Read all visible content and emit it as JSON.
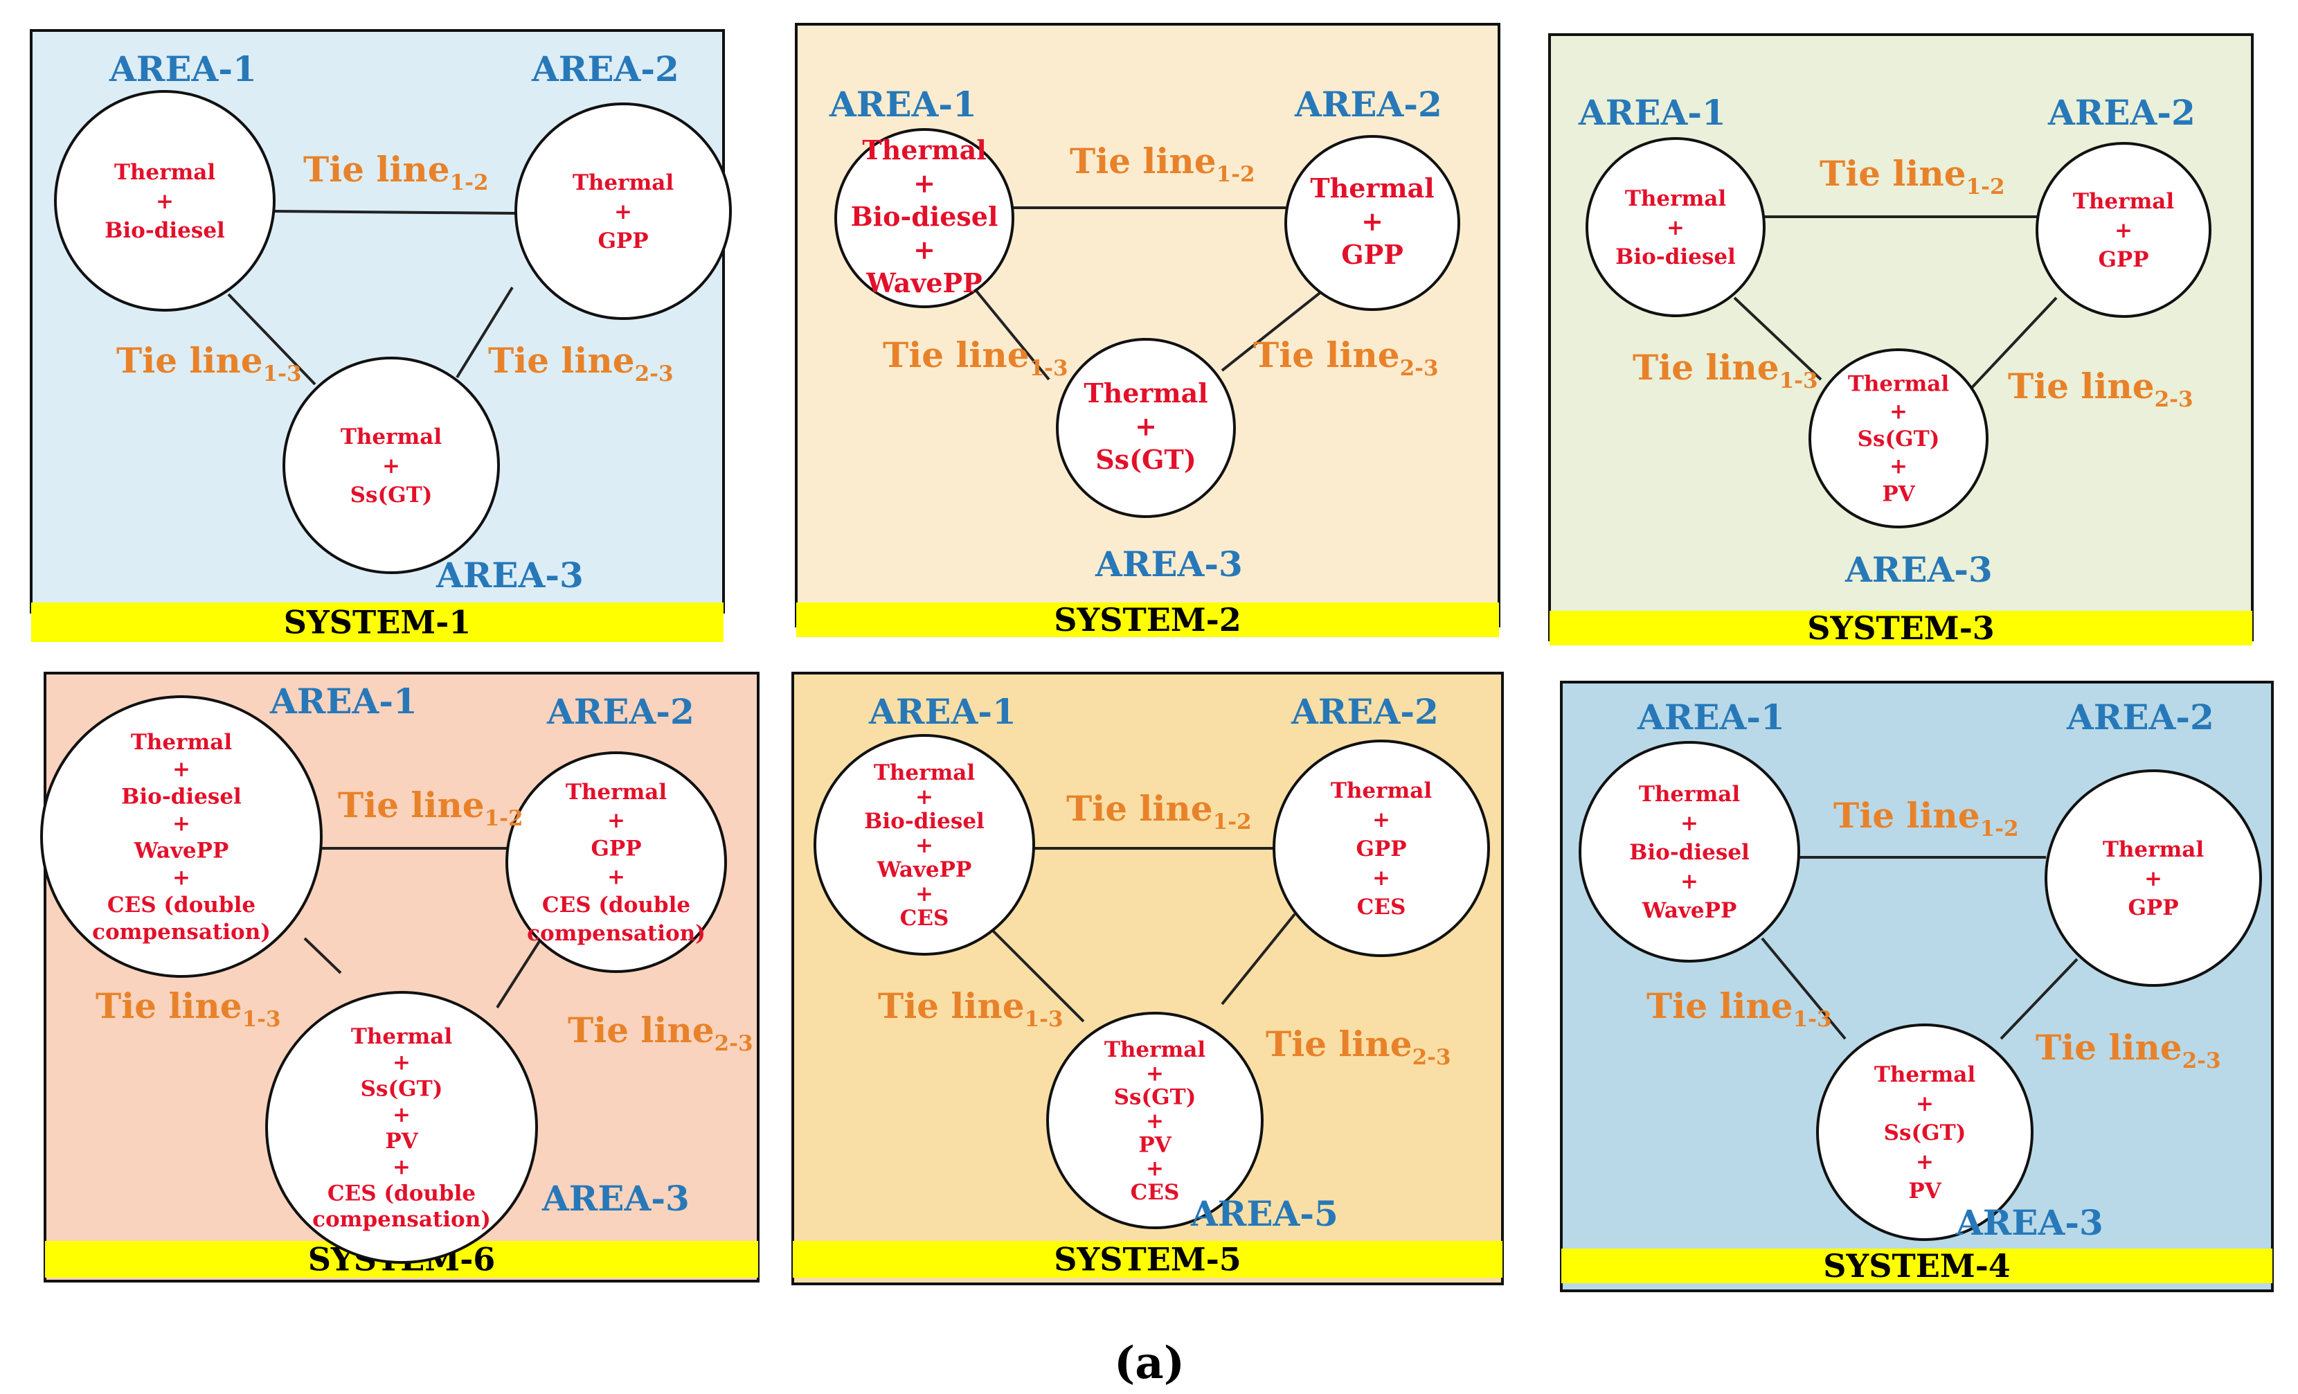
{
  "figure_caption": "(a)",
  "systems": [
    {
      "name": "SYSTEM-1",
      "bg": "#dcedf6",
      "areas": [
        {
          "label": "AREA-1",
          "lines": [
            "Thermal",
            "+",
            "Bio-diesel"
          ]
        },
        {
          "label": "AREA-2",
          "lines": [
            "Thermal",
            "+",
            "GPP"
          ]
        },
        {
          "label": "AREA-3",
          "lines": [
            "Thermal",
            "+",
            "Ss(GT)"
          ]
        }
      ],
      "ties": [
        {
          "text": "Tie line",
          "sub": "1-2"
        },
        {
          "text": "Tie line",
          "sub": "1-3"
        },
        {
          "text": "Tie line",
          "sub": "2-3"
        }
      ]
    },
    {
      "name": "SYSTEM-2",
      "bg": "#fbecd0",
      "areas": [
        {
          "label": "AREA-1",
          "lines": [
            "Thermal",
            "+",
            "Bio-diesel",
            "+",
            "WavePP"
          ]
        },
        {
          "label": "AREA-2",
          "lines": [
            "Thermal",
            "+",
            "GPP"
          ]
        },
        {
          "label": "AREA-3",
          "lines": [
            "Thermal",
            "+",
            "Ss(GT)"
          ]
        }
      ],
      "ties": [
        {
          "text": "Tie line",
          "sub": "1-2"
        },
        {
          "text": "Tie line",
          "sub": "1-3"
        },
        {
          "text": "Tie line",
          "sub": "2-3"
        }
      ]
    },
    {
      "name": "SYSTEM-3",
      "bg": "#eaf0d9",
      "areas": [
        {
          "label": "AREA-1",
          "lines": [
            "Thermal",
            "+",
            "Bio-diesel"
          ]
        },
        {
          "label": "AREA-2",
          "lines": [
            "Thermal",
            "+",
            "GPP"
          ]
        },
        {
          "label": "AREA-3",
          "lines": [
            "Thermal",
            "+",
            "Ss(GT)",
            "+",
            "PV"
          ]
        }
      ],
      "ties": [
        {
          "text": "Tie line",
          "sub": "1-2"
        },
        {
          "text": "Tie line",
          "sub": "1-3"
        },
        {
          "text": "Tie line",
          "sub": "2-3"
        }
      ]
    },
    {
      "name": "SYSTEM-6",
      "bg": "#f9d3bd",
      "areas": [
        {
          "label": "AREA-1",
          "lines": [
            "Thermal",
            "+",
            "Bio-diesel",
            "+",
            "WavePP",
            "+",
            "CES (double",
            "compensation)"
          ]
        },
        {
          "label": "AREA-2",
          "lines": [
            "Thermal",
            "+",
            "GPP",
            "+",
            "CES (double",
            "compensation)"
          ]
        },
        {
          "label": "AREA-3",
          "lines": [
            "Thermal",
            "+",
            "Ss(GT)",
            "+",
            "PV",
            "+",
            "CES (double",
            "compensation)"
          ]
        }
      ],
      "ties": [
        {
          "text": "Tie line",
          "sub": "1-2"
        },
        {
          "text": "Tie line",
          "sub": "1-3"
        },
        {
          "text": "Tie line",
          "sub": "2-3"
        }
      ]
    },
    {
      "name": "SYSTEM-5",
      "bg": "#f9dfa6",
      "areas": [
        {
          "label": "AREA-1",
          "lines": [
            "Thermal",
            "+",
            "Bio-diesel",
            "+",
            "WavePP",
            "+",
            "CES"
          ]
        },
        {
          "label": "AREA-2",
          "lines": [
            "Thermal",
            "+",
            "GPP",
            "+",
            "CES"
          ]
        },
        {
          "label": "AREA-5",
          "lines": [
            "Thermal",
            "+",
            "Ss(GT)",
            "+",
            "PV",
            "+",
            "CES"
          ]
        }
      ],
      "ties": [
        {
          "text": "Tie line",
          "sub": "1-2"
        },
        {
          "text": "Tie line",
          "sub": "1-3"
        },
        {
          "text": "Tie line",
          "sub": "2-3"
        }
      ]
    },
    {
      "name": "SYSTEM-4",
      "bg": "#b9d9e8",
      "areas": [
        {
          "label": "AREA-1",
          "lines": [
            "Thermal",
            "+",
            "Bio-diesel",
            "+",
            "WavePP"
          ]
        },
        {
          "label": "AREA-2",
          "lines": [
            "Thermal",
            "+",
            "GPP"
          ]
        },
        {
          "label": "AREA-3",
          "lines": [
            "Thermal",
            "+",
            "Ss(GT)",
            "+",
            "PV"
          ]
        }
      ],
      "ties": [
        {
          "text": "Tie line",
          "sub": "1-2"
        },
        {
          "text": "Tie line",
          "sub": "1-3"
        },
        {
          "text": "Tie line",
          "sub": "2-3"
        }
      ]
    }
  ]
}
